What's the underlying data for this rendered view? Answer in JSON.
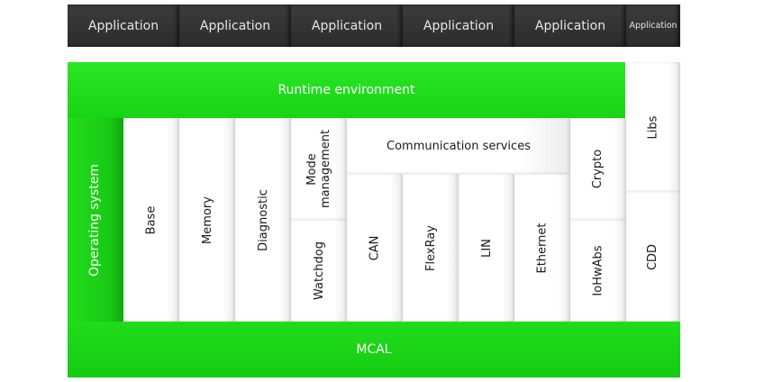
{
  "applications": [
    {
      "label": "Application"
    },
    {
      "label": "Application"
    },
    {
      "label": "Application"
    },
    {
      "label": "Application"
    },
    {
      "label": "Application"
    },
    {
      "label": "Application"
    }
  ],
  "layers": {
    "runtime_environment": "Runtime environment",
    "operating_system": "Operating system",
    "mcal": "MCAL"
  },
  "modules": {
    "base": "Base",
    "memory": "Memory",
    "diagnostic": "Diagnostic",
    "mode_management": "Mode management",
    "watchdog": "Watchdog",
    "communication_services": "Communication services",
    "can": "CAN",
    "flexray": "FlexRay",
    "lin": "LIN",
    "ethernet": "Ethernet",
    "crypto": "Crypto",
    "iohwabs": "IoHwAbs",
    "libs": "Libs",
    "cdd": "CDD"
  },
  "colors": {
    "application_bg": "#333333",
    "layer_green": "#1fe01a",
    "module_bg": "#ffffff"
  }
}
